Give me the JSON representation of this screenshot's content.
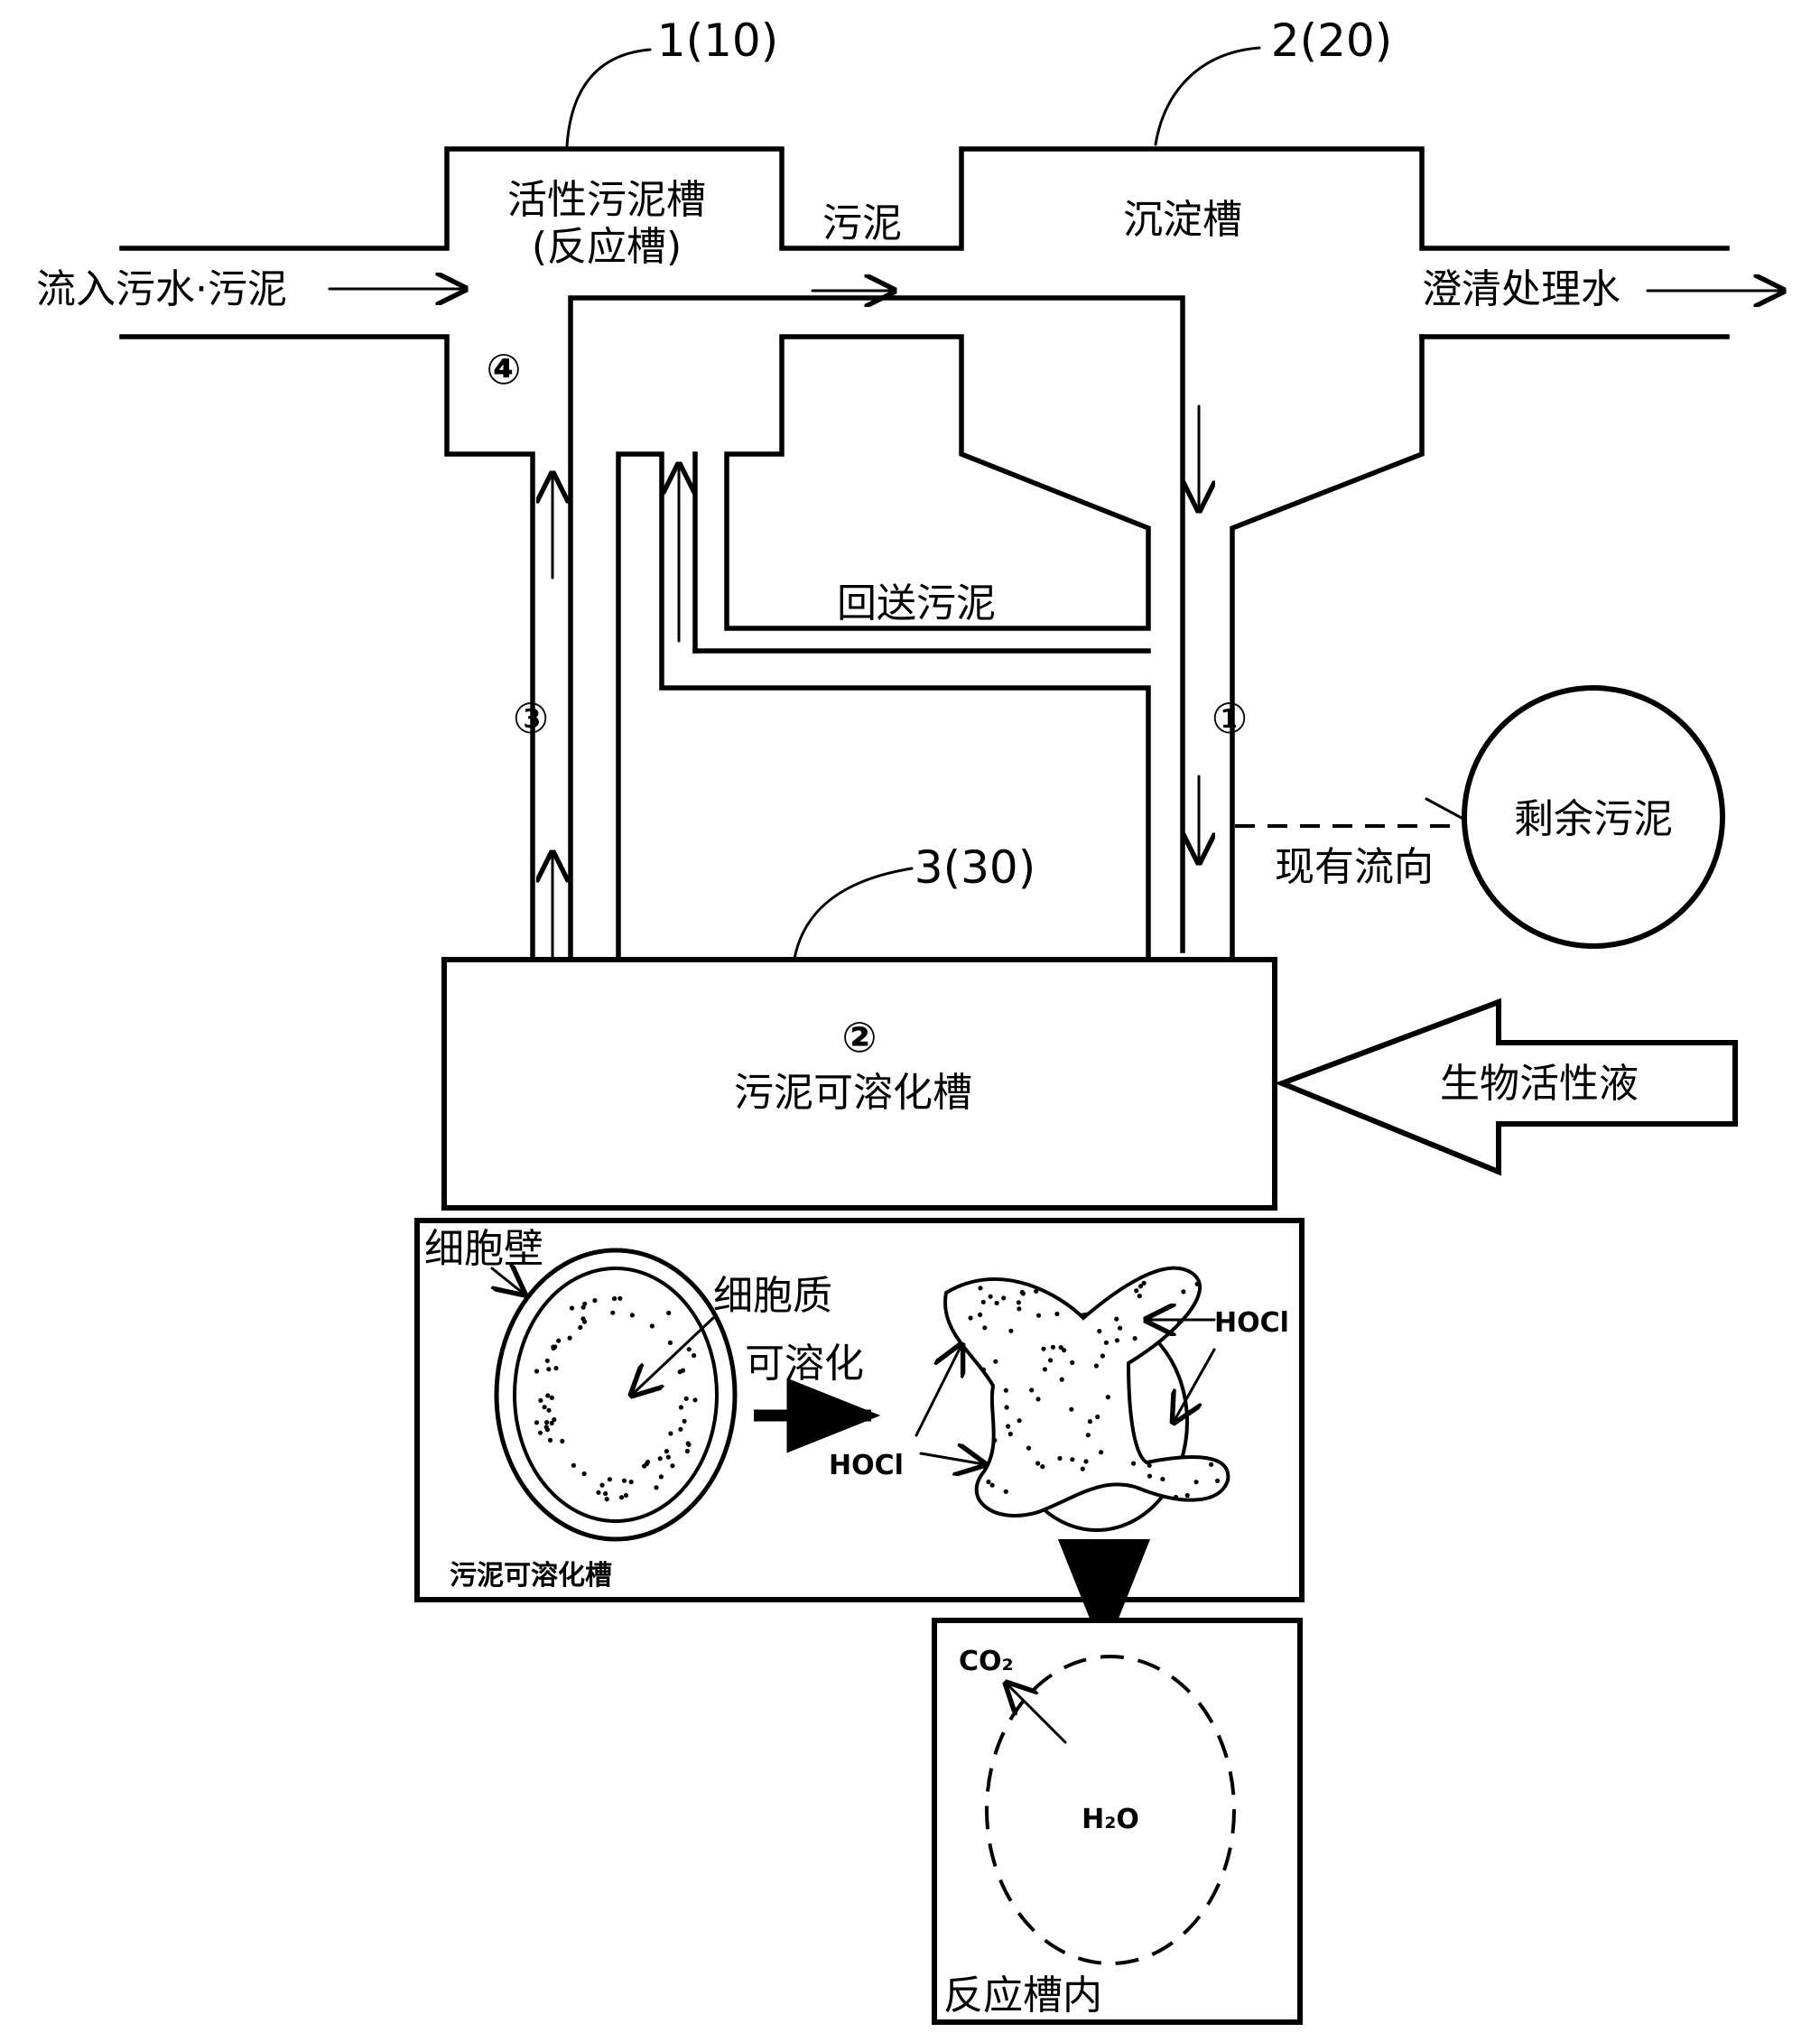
{
  "tanks": {
    "activated": {
      "ref": "1(10)",
      "title_line1": "活性污泥槽",
      "title_line2": "(反应槽)",
      "marker": "④"
    },
    "settling": {
      "ref": "2(20)",
      "title": "沉淀槽"
    },
    "solubilize": {
      "ref": "3(30)",
      "title": "污泥可溶化槽",
      "marker": "②"
    }
  },
  "flows": {
    "inflow": "流入污水·污泥",
    "sludge_transfer": "污泥",
    "clarified": "澄清处理水",
    "return_sludge": "回送污泥",
    "line1_marker": "①",
    "line3_marker": "③",
    "existing_flow": "现有流向",
    "excess_sludge": "剩余污泥",
    "bio_liquid": "生物活性液"
  },
  "cell_panel": {
    "cell_wall": "细胞壁",
    "cytoplasm": "细胞质",
    "solubilize": "可溶化",
    "hocl_left": "HOCl",
    "hocl_right": "HOCl",
    "caption": "污泥可溶化槽"
  },
  "reactor_panel": {
    "co2": "CO₂",
    "h2o": "H₂O",
    "caption": "反应槽内"
  }
}
